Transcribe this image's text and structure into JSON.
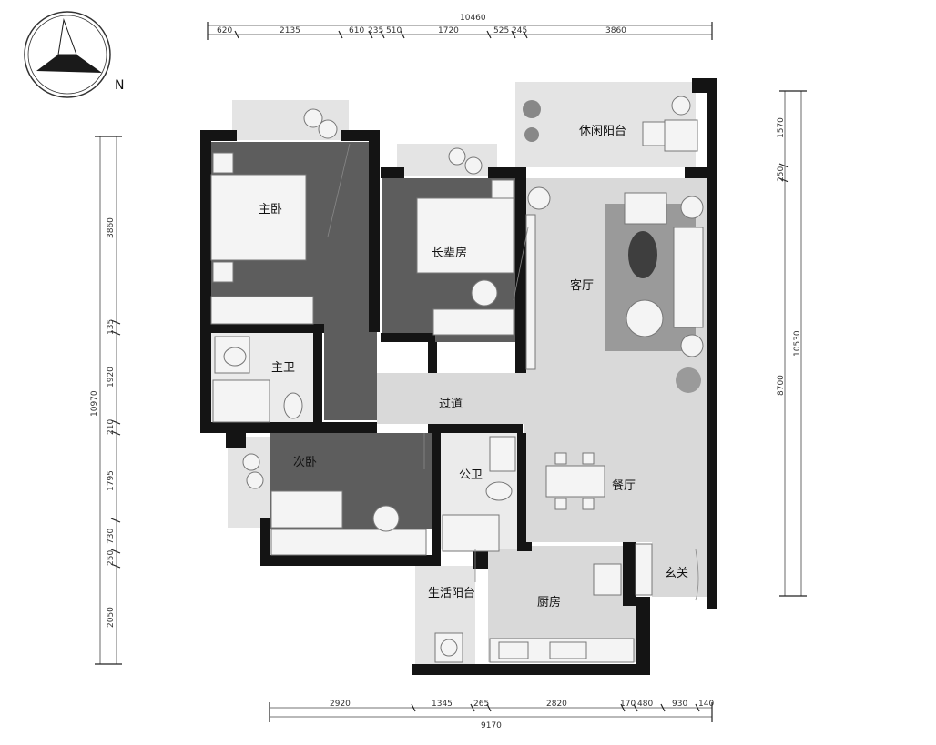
{
  "compass": {
    "label": "N"
  },
  "top_dims": {
    "total": "10460",
    "segments": [
      "620",
      "2135",
      "610",
      "235",
      "510",
      "1720",
      "525",
      "245",
      "3860"
    ]
  },
  "bottom_dims": {
    "total": "9170",
    "segments": [
      "2920",
      "1345",
      "265",
      "2820",
      "170",
      "480",
      "930",
      "140"
    ]
  },
  "left_dims": {
    "total": "10970",
    "segments": [
      "3860",
      "135",
      "1920",
      "210",
      "1795",
      "730",
      "250",
      "2050"
    ]
  },
  "right_dims": {
    "total": "10530",
    "segments": [
      "1570",
      "250",
      "8700"
    ]
  },
  "rooms": {
    "master_bedroom": "主卧",
    "elder_room": "长辈房",
    "leisure_balcony": "休闲阳台",
    "living_room": "客厅",
    "master_bath": "主卫",
    "corridor": "过道",
    "second_bedroom": "次卧",
    "public_bath": "公卫",
    "dining_room": "餐厅",
    "entrance": "玄关",
    "utility_balcony": "生活阳台",
    "kitchen": "厨房"
  }
}
